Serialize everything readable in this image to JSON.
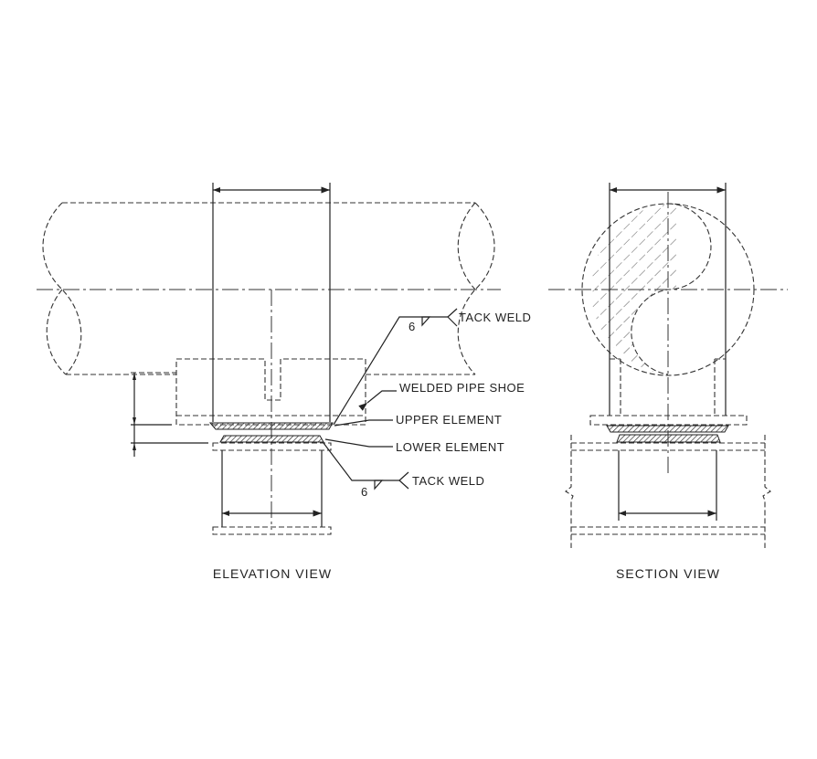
{
  "elevation": {
    "title": "ELEVATION VIEW",
    "labels": {
      "tack_weld_top": "TACK WELD",
      "weld_size_top": "6",
      "welded_pipe_shoe": "WELDED PIPE SHOE",
      "upper_element": "UPPER ELEMENT",
      "lower_element": "LOWER ELEMENT",
      "tack_weld_bottom": "TACK WELD",
      "weld_size_bottom": "6"
    }
  },
  "section": {
    "title": "SECTION VIEW"
  }
}
